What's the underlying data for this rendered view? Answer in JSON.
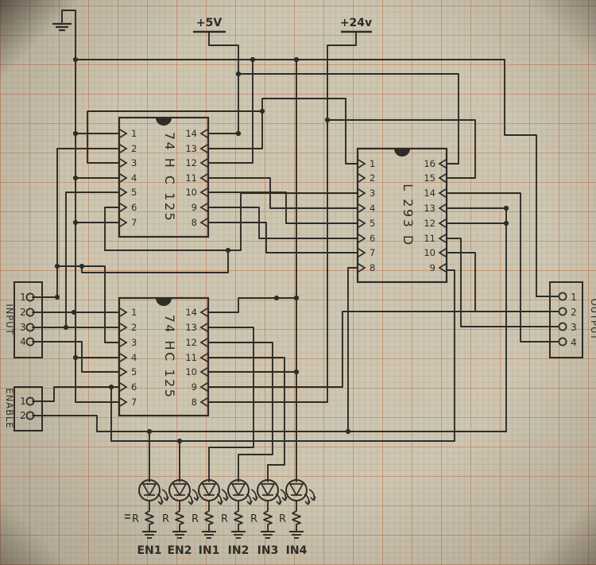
{
  "power": {
    "plus5": "+5V",
    "plus24": "+24v"
  },
  "ics": [
    {
      "name": "74 H C 125",
      "left_pins": [
        "1",
        "2",
        "3",
        "4",
        "5",
        "6",
        "7"
      ],
      "right_pins": [
        "14",
        "13",
        "12",
        "11",
        "10",
        "9",
        "8"
      ]
    },
    {
      "name": "L 293 D",
      "left_pins": [
        "1",
        "2",
        "3",
        "4",
        "5",
        "6",
        "7",
        "8"
      ],
      "right_pins": [
        "16",
        "15",
        "14",
        "13",
        "12",
        "11",
        "10",
        "9"
      ]
    },
    {
      "name": "74 HC 125",
      "left_pins": [
        "1",
        "2",
        "3",
        "4",
        "5",
        "6",
        "7"
      ],
      "right_pins": [
        "14",
        "13",
        "12",
        "11",
        "10",
        "9",
        "8"
      ]
    }
  ],
  "connectors": [
    {
      "label": "INPUT",
      "pins": [
        "1",
        "2",
        "3",
        "4"
      ]
    },
    {
      "label": "ENABLE",
      "pins": [
        "1",
        "2"
      ]
    },
    {
      "label": "OUTPUT",
      "pins": [
        "1",
        "2",
        "3",
        "4"
      ]
    }
  ],
  "leds": [
    {
      "resistor": "R",
      "label": "EN1"
    },
    {
      "resistor": "R",
      "label": "EN2"
    },
    {
      "resistor": "R",
      "label": "IN1"
    },
    {
      "resistor": "R",
      "label": "IN2"
    },
    {
      "resistor": "R",
      "label": "IN3"
    },
    {
      "resistor": "R",
      "label": "IN4"
    }
  ],
  "colors": {
    "ink": "#2e2c26",
    "paper": "#ccc6b4",
    "grid": "#ba6430"
  }
}
